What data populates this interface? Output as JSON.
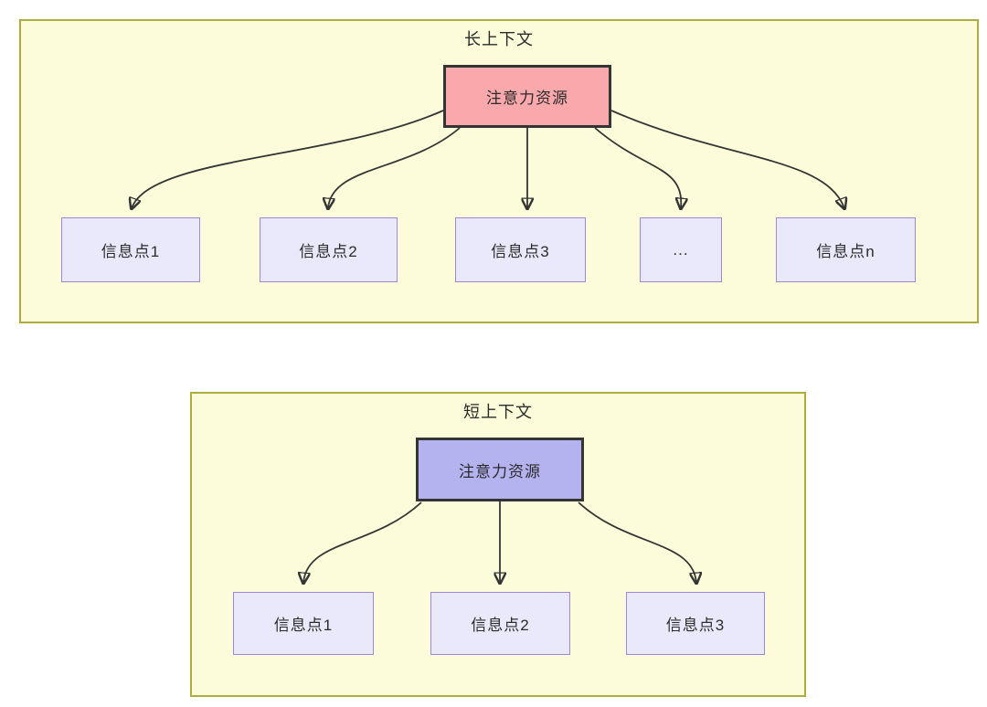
{
  "diagram": {
    "long_context": {
      "title": "长上下文",
      "root": {
        "label": "注意力资源",
        "fill": "#F9A8AC"
      },
      "children": [
        {
          "label": "信息点1"
        },
        {
          "label": "信息点2"
        },
        {
          "label": "信息点3"
        },
        {
          "label": "..."
        },
        {
          "label": "信息点n"
        }
      ]
    },
    "short_context": {
      "title": "短上下文",
      "root": {
        "label": "注意力资源",
        "fill": "#B5B2F0"
      },
      "children": [
        {
          "label": "信息点1"
        },
        {
          "label": "信息点2"
        },
        {
          "label": "信息点3"
        }
      ]
    },
    "colors": {
      "panel_background": "#FCFCDA",
      "panel_border": "#AEAD3B",
      "child_node_background": "#E9E9FB",
      "child_node_border": "#9E86D9",
      "root_node_border": "#343434",
      "long_root_fill": "#F9A8AC",
      "short_root_fill": "#B5B2F0",
      "arrow": "#343434",
      "text": "#2b2b2b"
    }
  }
}
